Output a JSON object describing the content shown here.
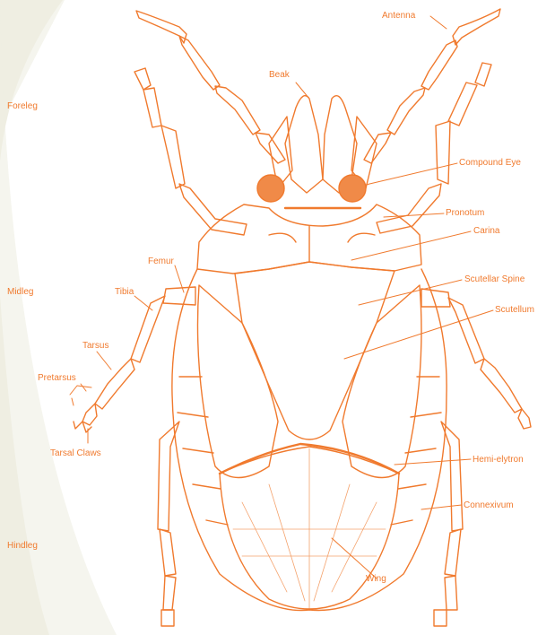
{
  "colors": {
    "ink": "#f07a2e",
    "ink_light": "#f5a46a",
    "panel": "#efeee2",
    "background": "#ffffff"
  },
  "labels": {
    "antenna": "Antenna",
    "beak": "Beak",
    "foreleg": "Foreleg",
    "compound_eye": "Compound Eye",
    "pronotum": "Pronotum",
    "carina": "Carina",
    "femur": "Femur",
    "scutellar_spine": "Scutellar Spine",
    "midleg": "Midleg",
    "tibia": "Tibia",
    "scutellum": "Scutellum",
    "tarsus": "Tarsus",
    "pretarsus": "Pretarsus",
    "tarsal_claws": "Tarsal Claws",
    "hemi_elytron": "Hemi-elytron",
    "connexivum": "Connexivum",
    "hindleg": "Hindleg",
    "wing": "Wing"
  }
}
